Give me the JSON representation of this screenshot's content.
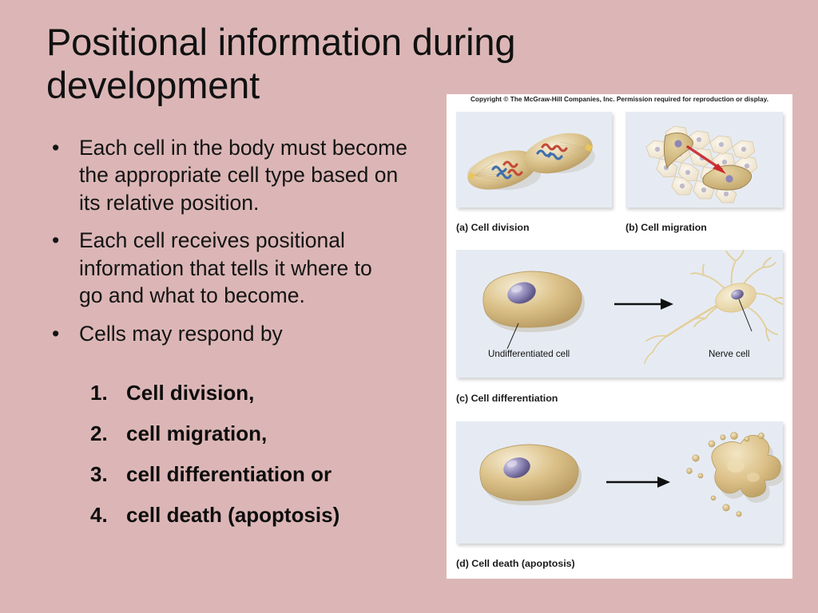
{
  "slide": {
    "title_lines": [
      "Positional information during",
      "development"
    ],
    "background_color": "#dcb6b6",
    "text_color": "#141414"
  },
  "bullets": [
    {
      "marker": "•",
      "lines": [
        "Each cell in the body must become",
        "the appropriate cell type based on",
        "its relative position."
      ]
    },
    {
      "marker": "•",
      "lines": [
        "Each cell receives positional",
        "information that tells it where to",
        "go and what to become."
      ]
    },
    {
      "marker": "•",
      "lines": [
        "Cells may respond by"
      ]
    }
  ],
  "numbered": [
    {
      "num": "1.",
      "label": "Cell division,"
    },
    {
      "num": "2.",
      "label": "cell migration,"
    },
    {
      "num": "3.",
      "label": "cell differentiation or"
    },
    {
      "num": "4.",
      "label": "cell death (apoptosis)"
    }
  ],
  "figure": {
    "copyright": "Copyright © The McGraw-Hill Companies, Inc. Permission required for reproduction or display.",
    "panel_background": "#e6ebf3",
    "panels": [
      {
        "id": "a",
        "caption": "(a) Cell division",
        "illustration": "dividing-cell-with-chromosomes"
      },
      {
        "id": "b",
        "caption": "(b) Cell migration",
        "illustration": "migrating-cell-in-epithelium"
      },
      {
        "id": "c",
        "caption": "(c) Cell differentiation",
        "illustration": "undifferentiated-cell-to-neuron"
      },
      {
        "id": "d",
        "caption": "(d) Cell death (apoptosis)",
        "illustration": "cell-fragmenting-into-blebs"
      }
    ],
    "labels": {
      "undifferentiated_cell": "Undifferentiated cell",
      "nerve_cell": "Nerve cell"
    },
    "colors": {
      "cell_body": "#d6bd86",
      "cell_highlight": "#efe2bd",
      "nucleus": "#8c85b8",
      "migration_arrow": "#c9282c",
      "transition_arrow": "#101010"
    }
  }
}
